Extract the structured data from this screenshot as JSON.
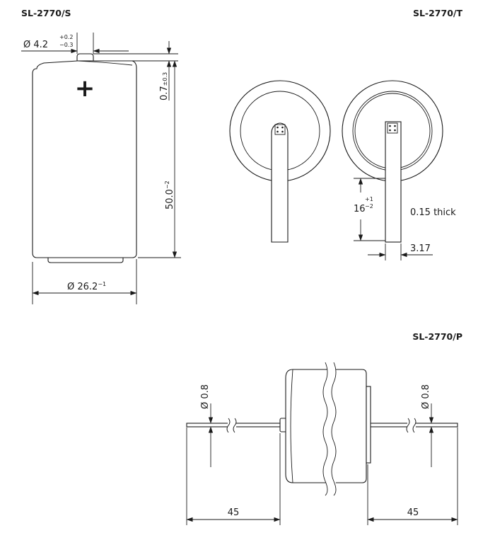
{
  "titles": {
    "s": "SL-2770/S",
    "t": "SL-2770/T",
    "p": "SL-2770/P"
  },
  "s_view": {
    "terminal_symbol": "+",
    "terminal_diameter": {
      "prefix": "Ø 4.2",
      "tol_upper": "+0.2",
      "tol_lower": "−0.3"
    },
    "terminal_height": {
      "value": "0.7",
      "tol": "±0.3"
    },
    "height": {
      "value": "50.0",
      "tol": "−2"
    },
    "diameter": {
      "value": "Ø 26.2",
      "tol": "−1"
    }
  },
  "t_view": {
    "tab_length": {
      "value": "16",
      "tol_upper": "+1",
      "tol_lower": "−2"
    },
    "tab_thickness": "0.15 thick",
    "tab_width": "3.17"
  },
  "p_view": {
    "lead_diameter_left": "Ø 0.8",
    "lead_diameter_right": "Ø 0.8",
    "lead_length_left": "45",
    "lead_length_right": "45"
  }
}
